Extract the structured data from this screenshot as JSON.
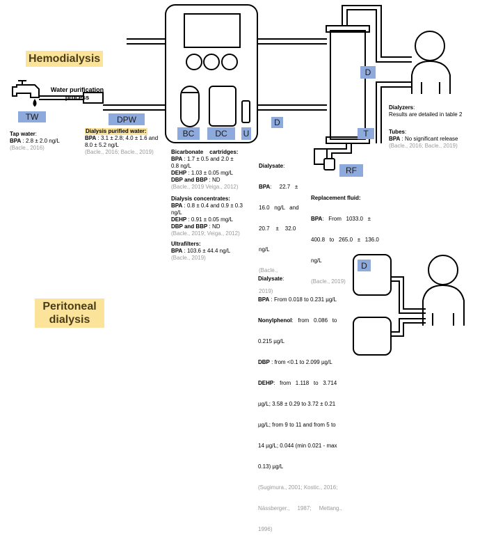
{
  "titles": {
    "hemodialysis": "Hemodialysis",
    "peritoneal_line1": "Peritoneal",
    "peritoneal_line2": "dialysis"
  },
  "tags": {
    "tw": "TW",
    "dpw": "DPW",
    "bc": "BC",
    "dc": "DC",
    "u": "U",
    "d_mid": "D",
    "d_top": "D",
    "t": "T",
    "rf": "RF",
    "d_pd": "D"
  },
  "water_purification": {
    "line1": "Water purification",
    "line2": "process"
  },
  "tap_water": {
    "heading": "Tap water",
    "heading_colon": ":",
    "bpa_key": "BPA",
    "bpa_val": ": 2.8 ± 2.0 ng/L",
    "ref": "(Bacle., 2016)"
  },
  "dpw_info": {
    "heading": "Dialysis purified water:",
    "bpa_key": "BPA",
    "bpa_val_line1": ": 3.1 ± 2.8; 4.0 ± 1.6 and",
    "bpa_val_line2": "8.0 ± 5.2 ng/L",
    "ref": "(Bacle., 2016; Bacle., 2019)"
  },
  "bicarbonate": {
    "heading": "Bicarbonate    cartridges:",
    "bpa_key": "BPA",
    "bpa_val_line1": ":  1.7 ± 0.5 and 2.0 ±",
    "bpa_val_line2": "0.8 ng/L",
    "dehp_key": "DEHP",
    "dehp_val": ": 1.03 ± 0.05 mg/L",
    "dbp_key": "DBP and BBP",
    "dbp_val": ": ND",
    "ref": "(Bacle., 2019 Veiga., 2012)"
  },
  "concentrates": {
    "heading": "Dialysis concentrates:",
    "bpa_key": "BPA",
    "bpa_val_line1": ": 0.8 ± 0.4 and 0.9 ± 0.3",
    "bpa_val_line2": "ng/L",
    "dehp_key": "DEHP",
    "dehp_val": ": 0.91 ± 0.05 mg/L",
    "dbp_key": "DBP and BBP",
    "dbp_val": ": ND",
    "ref": "(Bacle., 2019; Veiga., 2012)"
  },
  "ultrafilters": {
    "heading": "Ultrafilters:",
    "bpa_key": "BPA",
    "bpa_val": ": 103.6 ± 44.4 ng/L",
    "ref": "(Bacle., 2019)"
  },
  "dialysate_hd": {
    "heading": "Dialysate",
    "heading_colon": ":",
    "bpa_key": "BPA",
    "line1": ":     22.7   ±",
    "line2": "16.0   ng/L   and",
    "line3": "20.7    ±    32.0",
    "line4": "ng/L",
    "ref_line1": "(Bacle.,",
    "ref_line2": "2019)"
  },
  "replacement_fluid": {
    "heading": "Replacement fluid:",
    "bpa_key": "BPA",
    "line1": ":   From   1033.0   ±",
    "line2": "400.8   to   265.0   ±   136.0",
    "line3": "ng/L",
    "ref": "(Bacle., 2019)"
  },
  "dialyzers": {
    "heading": "Dialyzers",
    "heading_colon": ":",
    "text": "Results are detailed in table 2"
  },
  "tubes": {
    "heading": "Tubes",
    "heading_colon": ":",
    "bpa_key": "BPA",
    "bpa_val": ": No significant release",
    "ref": "(Bacle., 2016; Bacle., 2019)"
  },
  "dialysate_pd": {
    "heading": "Dialysate",
    "heading_colon": ":",
    "bpa_key": "BPA",
    "bpa_val": ": From 0.018 to 0.231 µg/L",
    "np_key": "Nonylphenol",
    "np_val_line1": ":   from   0.086   to",
    "np_val_line2": "0.215 µg/L",
    "dbp_key": "DBP",
    "dbp_val": ": from <0.1 to 2.099 µg/L",
    "dehp_key": "DEHP",
    "dehp_line1": ":   from   1.118   to   3.714",
    "dehp_line2": "µg/L; 3.58 ± 0.29 to 3.72 ± 0.21",
    "dehp_line3": "µg/L; from 9 to 11 and from 5 to",
    "dehp_line4": "14 µg/L; 0.044 (min 0.021 - max",
    "dehp_line5": "0.13) µg/L",
    "ref_line1": "(Sugimura., 2001; Kostic., 2016;",
    "ref_line2": "Nässberger.,     1987;     Mettang.,",
    "ref_line3": "1996)"
  },
  "colors": {
    "tag_fill": "#8ea9db",
    "title_highlight": "#fbe49a",
    "reference_text": "#9a9a9a"
  },
  "icons": [
    "tap-icon",
    "water-drop-icon",
    "dialysis-machine-icon",
    "dialyzer-icon",
    "patient-icon",
    "dialysate-bag-icon"
  ]
}
